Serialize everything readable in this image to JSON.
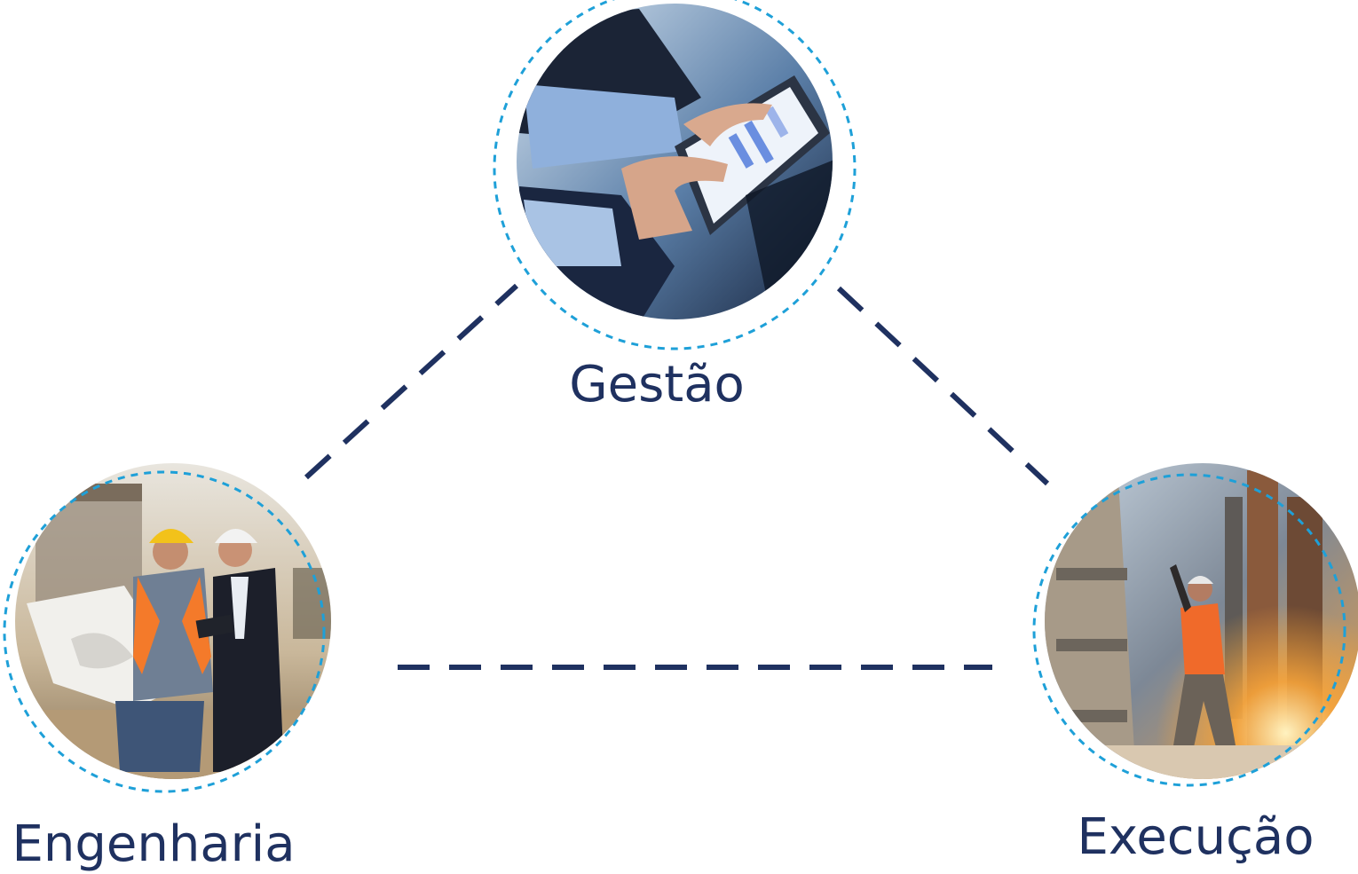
{
  "nodes": [
    {
      "id": "gestao",
      "label": "Gestão",
      "photo": "business-people-tablet-photo"
    },
    {
      "id": "engenharia",
      "label": "Engenharia",
      "photo": "construction-engineers-blueprint-photo"
    },
    {
      "id": "execucao",
      "label": "Execução",
      "photo": "industrial-worker-site-photo"
    }
  ],
  "connectors": [
    {
      "from": "engenharia",
      "to": "gestao",
      "style": "dashed"
    },
    {
      "from": "gestao",
      "to": "execucao",
      "style": "dashed"
    },
    {
      "from": "engenharia",
      "to": "execucao",
      "style": "dashed"
    }
  ],
  "colors": {
    "connector": "#1f3160",
    "ring": "#1ea0d8",
    "label": "#1f3160"
  }
}
